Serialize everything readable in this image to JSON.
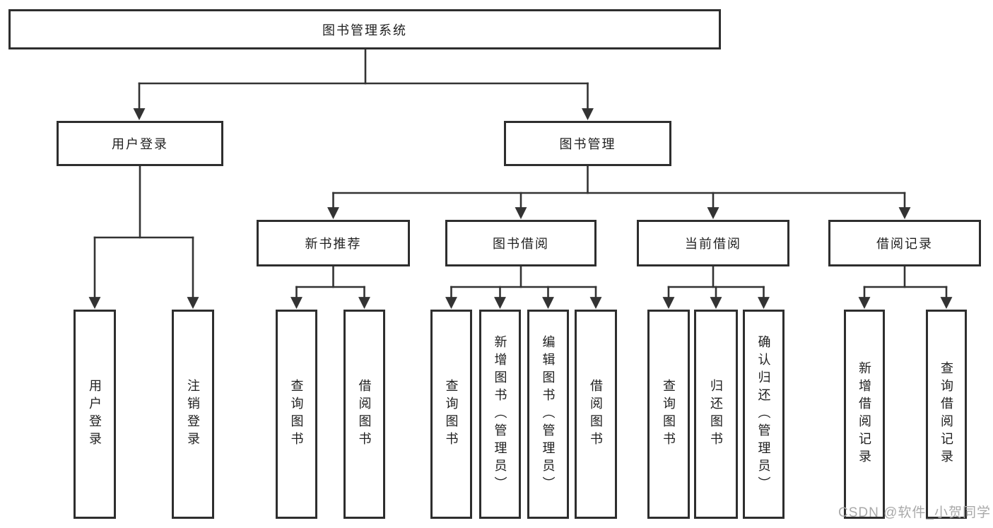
{
  "watermark": "CSDN @软件_小贺同学",
  "nodes": {
    "root": {
      "label": "图书管理系统"
    },
    "level2": [
      {
        "label": "用户登录"
      },
      {
        "label": "图书管理"
      }
    ],
    "level3": [
      {
        "label": "新书推荐"
      },
      {
        "label": "图书借阅"
      },
      {
        "label": "当前借阅"
      },
      {
        "label": "借阅记录"
      }
    ],
    "leaves": {
      "user_login": [
        {
          "label": "用户登录"
        },
        {
          "label": "注销登录"
        }
      ],
      "new_book_rec": [
        {
          "label": "查询图书"
        },
        {
          "label": "借阅图书"
        }
      ],
      "book_borrow": [
        {
          "label": "查询图书"
        },
        {
          "label": "新增图书（管理员）"
        },
        {
          "label": "编辑图书（管理员）"
        },
        {
          "label": "借阅图书"
        }
      ],
      "current_borrow": [
        {
          "label": "查询图书"
        },
        {
          "label": "归还图书"
        },
        {
          "label": "确认归还（管理员）"
        }
      ],
      "borrow_record": [
        {
          "label": "新增借阅记录"
        },
        {
          "label": "查询借阅记录"
        }
      ]
    }
  },
  "colors": {
    "line": "#333333",
    "border": "#2e2e2e",
    "text": "#1f1f1f",
    "watermark": "#a9a9a9",
    "background": "#ffffff"
  }
}
